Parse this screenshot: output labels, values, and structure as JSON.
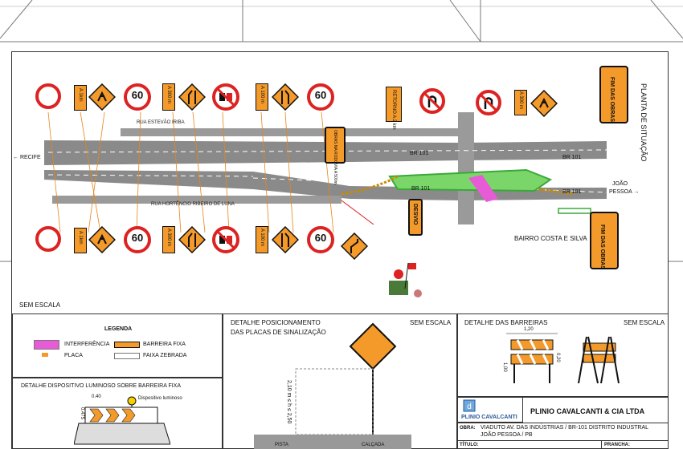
{
  "plan": {
    "title": "PLANTA DE SITUAÇÃO",
    "scale": "SEM ESCALA",
    "street_top": "RUA ESTEVÃO IRIBA",
    "street_bottom": "RUA HORTÊNCIO RIBEIRO DE LUNA",
    "highway_label_1": "BR 101",
    "highway_label_2": "BR 101",
    "highway_label_3": "BR 101",
    "highway_label_4": "BR 101",
    "dir_left": "← RECIFE",
    "dir_right_1": "JOÃO",
    "dir_right_2": "PESSOA →",
    "neighborhood": "BAIRRO COSTA E SILVA",
    "desvio": "DESVIO",
    "retorno": "RETORNO A 2 km",
    "obras_ahead": "OBRAS NA RODOVIA A 500m",
    "fim_obras": "FIM DAS OBRAS"
  },
  "signs": {
    "speed_60": "60",
    "speed_km": "km",
    "dist_500": "A 500 m",
    "dist_300": "A 300 m",
    "dist_100": "A 100 m",
    "dist_1km": "A 1km"
  },
  "legend": {
    "title": "LEGENDA",
    "interferencia": "INTERFERÊNCIA",
    "placa": "PLACA",
    "barreira": "BARREIRA FIXA",
    "faixa": "FAIXA ZEBRADA",
    "colors": {
      "interferencia": "#e85bd6",
      "barreira": "#f39a2b",
      "placa": "#f39a2b"
    }
  },
  "detail_luminoso": {
    "title": "DETALHE DISPOSITIVO LUMINOSO SOBRE BARREIRA FIXA",
    "label": "Dispositivo luminoso",
    "dim_w": "0.40",
    "dim_h": "0.475"
  },
  "detail_placas": {
    "title_1": "DETALHE POSICIONAMENTO",
    "title_2": "DAS PLACAS DE SINALIZAÇÃO",
    "scale": "SEM ESCALA",
    "height": "2,10 m ≤ h ≤ 2,50",
    "pista": "PISTA",
    "calcada": "CALÇADA"
  },
  "detail_barreiras": {
    "title": "DETALHE DAS BARREIRAS",
    "scale": "SEM ESCALA",
    "dim_1": "1,20",
    "dim_2": "0,20",
    "dim_3": "1,00"
  },
  "title_block": {
    "company": "PLINIO CAVALCANTI & CIA LTDA",
    "logo_text": "PLINIO CAVALCANTI",
    "obra_label": "OBRA:",
    "obra_1": "VIADUTO AV. DAS INDÚSTRIAS / BR-101 DISTRITO INDUSTRAL",
    "obra_2": "JOÃO PESSOA / PB",
    "titulo_label": "TÍTULO:",
    "folha_label": "PRANCHA:"
  }
}
